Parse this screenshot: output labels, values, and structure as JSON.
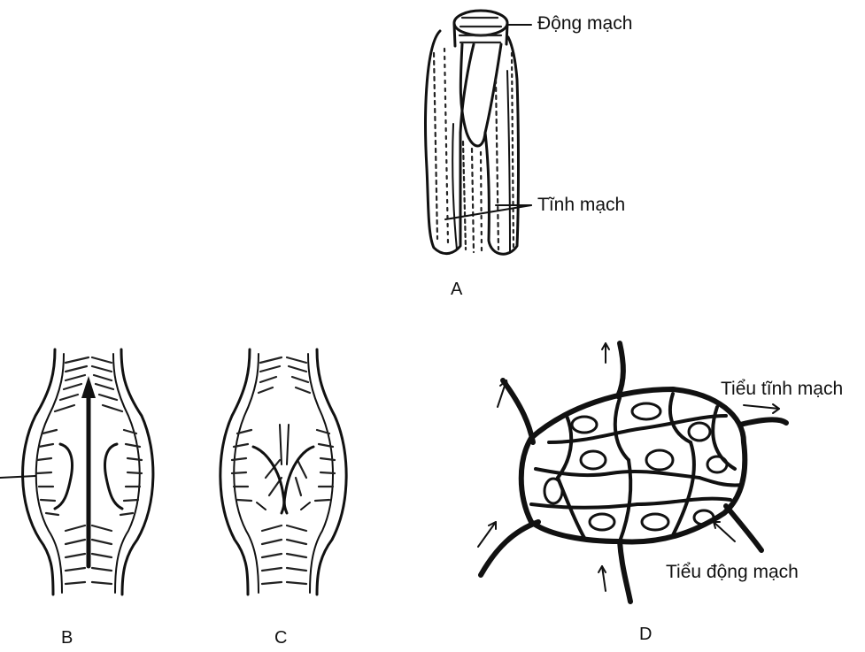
{
  "labels": {
    "artery": "Động mạch",
    "vein": "Tĩnh mạch",
    "venule": "Tiểu tĩnh mạch",
    "arteriole": "Tiểu động mạch"
  },
  "panels": {
    "a": "A",
    "b": "B",
    "c": "C",
    "d": "D"
  }
}
